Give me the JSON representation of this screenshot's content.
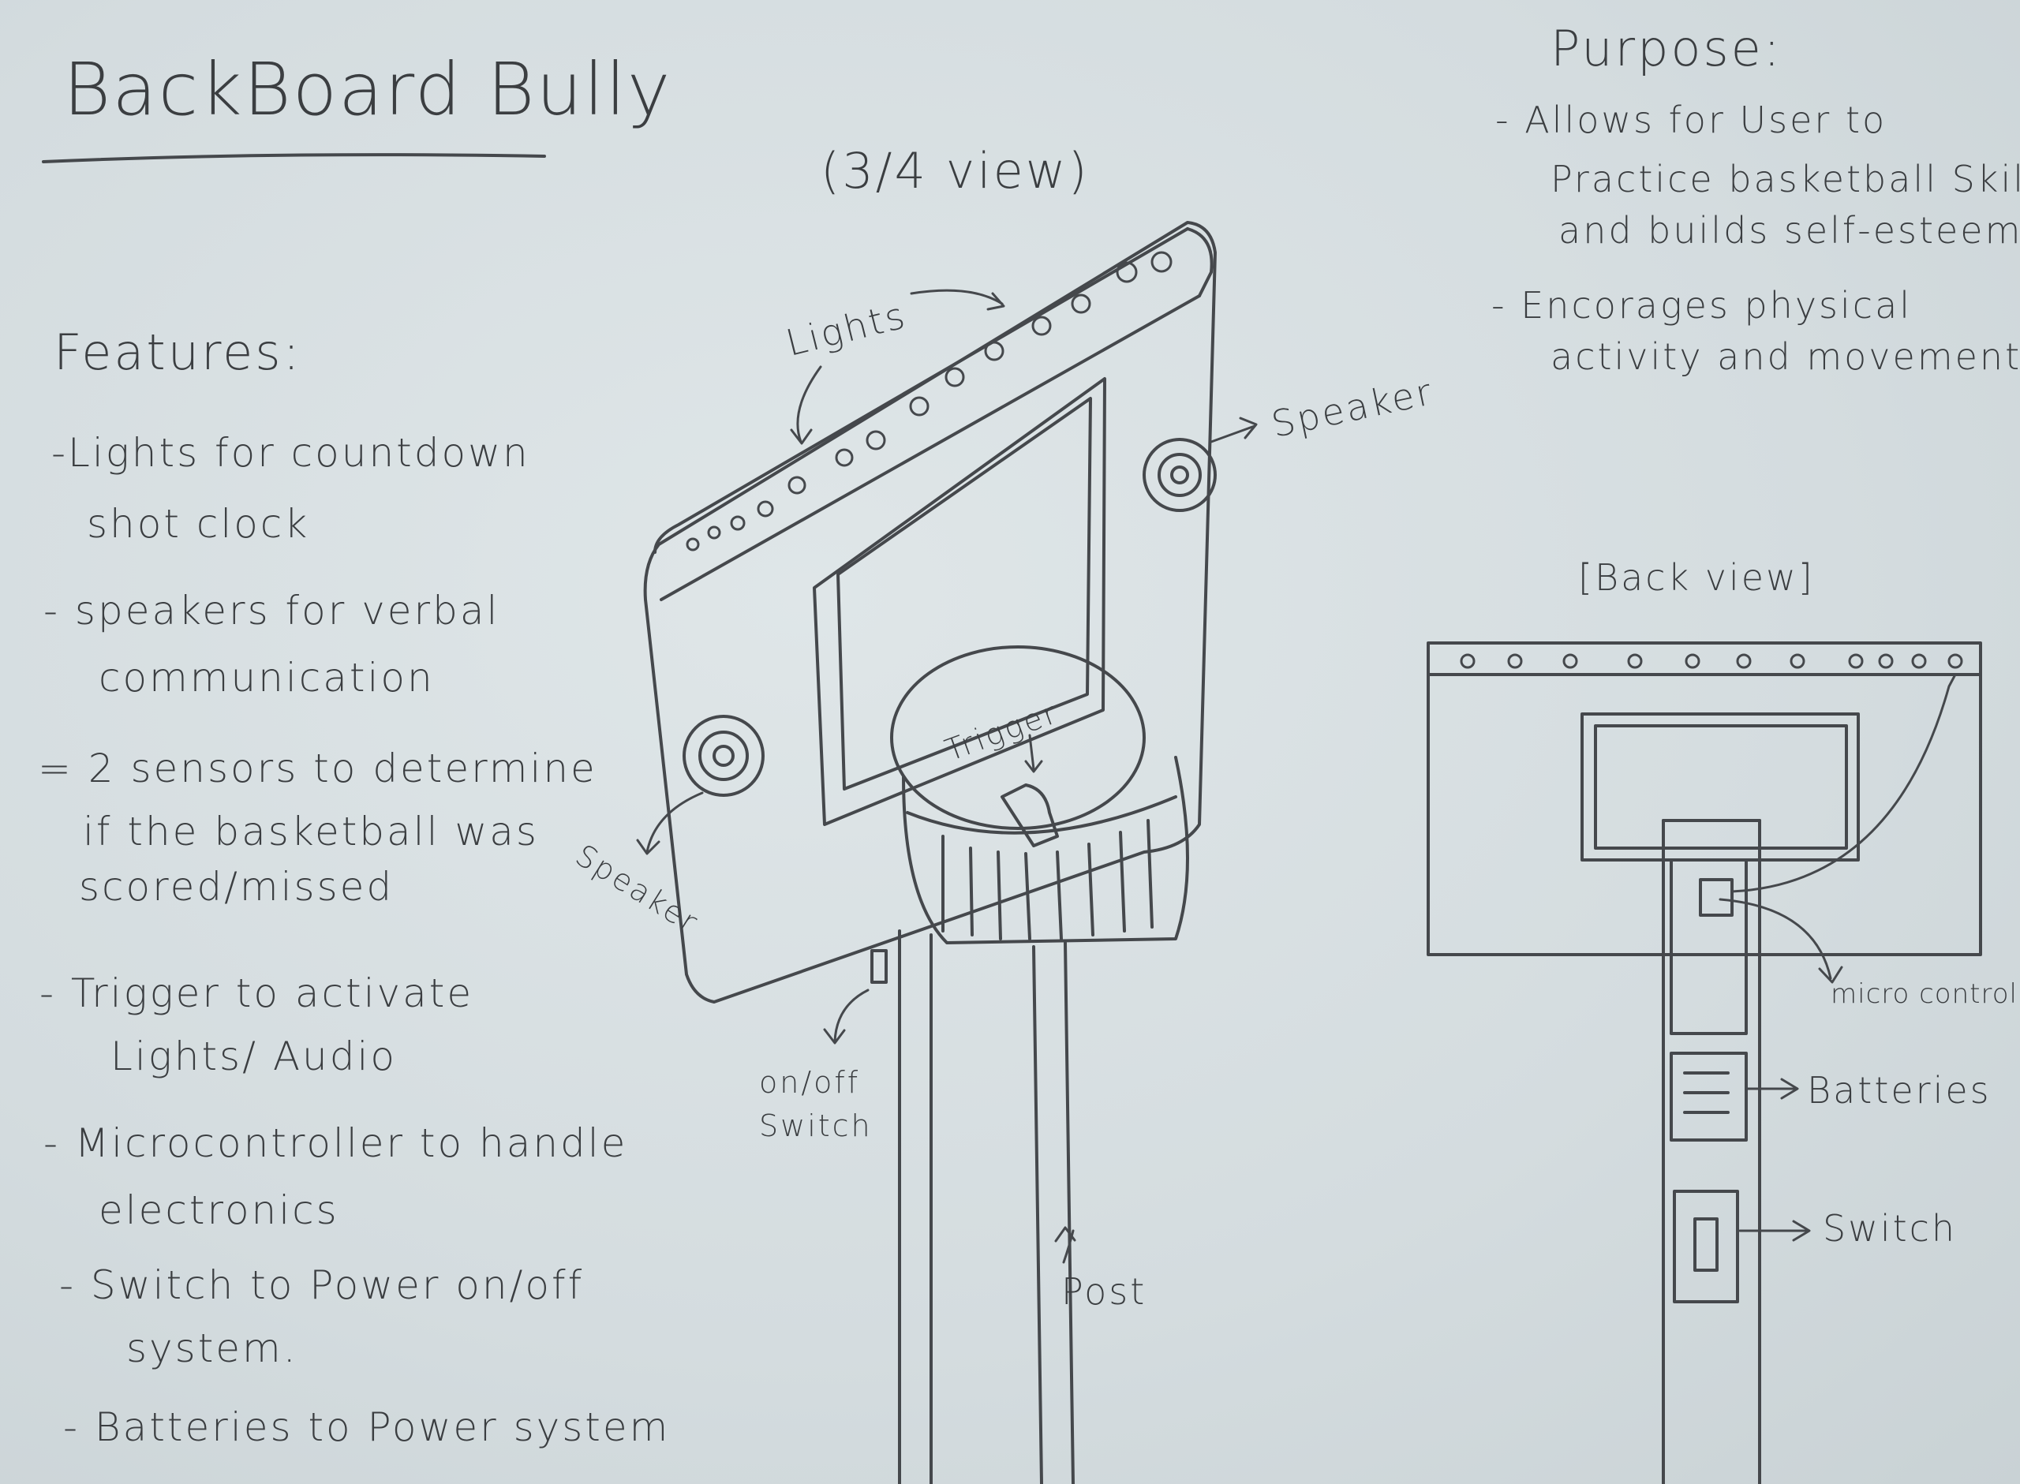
{
  "title": "BackBoard Bully",
  "features": {
    "heading": "Features:",
    "items": [
      [
        "-Lights for countdown",
        "shot clock"
      ],
      [
        "- speakers for verbal",
        "communication"
      ],
      [
        "= 2 sensors to determine",
        "if the basketball was",
        "scored/missed"
      ],
      [
        "- Trigger to activate",
        "Lights/ Audio"
      ],
      [
        "- Microcontroller to handle",
        "electronics"
      ],
      [
        "- Switch to Power on/off",
        "system."
      ],
      [
        "- Batteries to Power system"
      ]
    ]
  },
  "purpose": {
    "heading": "Purpose:",
    "items": [
      [
        "- Allows for User to",
        "Practice basketball Skills",
        "and builds self-esteem"
      ],
      [
        "- Encorages physical",
        "activity and movement"
      ]
    ]
  },
  "three_quarter_view": {
    "caption": "(3/4 view)",
    "labels": {
      "lights": "Lights",
      "speaker_right": "Speaker",
      "speaker_left": "Speaker",
      "trigger": "Trigger",
      "switch_line1": "on/off",
      "switch_line2": "Switch",
      "post": "Post"
    }
  },
  "back_view": {
    "caption": "[Back view]",
    "labels": {
      "microcontroller": "micro controller",
      "batteries": "Batteries",
      "switch": "Switch"
    }
  }
}
